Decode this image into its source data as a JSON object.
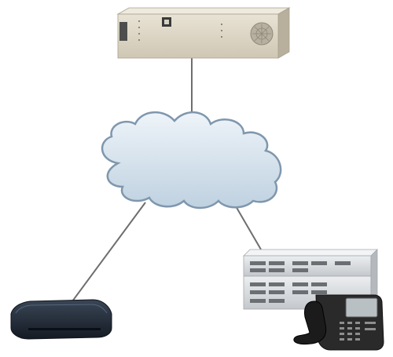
{
  "diagram": {
    "type": "network-topology",
    "nodes": [
      {
        "id": "server",
        "icon": "rack-server-icon"
      },
      {
        "id": "cloud",
        "icon": "cloud-icon"
      },
      {
        "id": "gateway",
        "icon": "router-icon"
      },
      {
        "id": "pbx",
        "icon": "pbx-chassis-icon"
      },
      {
        "id": "phone",
        "icon": "desk-phone-icon"
      }
    ],
    "edges": [
      {
        "from": "server",
        "to": "cloud"
      },
      {
        "from": "cloud",
        "to": "gateway"
      },
      {
        "from": "cloud",
        "to": "pbx"
      }
    ],
    "colors": {
      "line": "#6e6e6e",
      "cloud_fill": "#d4e1ec",
      "cloud_stroke": "#7f97ad",
      "server_body": "#dcd5c4",
      "gateway_body": "#1d2634",
      "pbx_body": "#d8dadd",
      "phone_body": "#2a2a2a",
      "phone_screen": "#b9c0c4"
    }
  }
}
